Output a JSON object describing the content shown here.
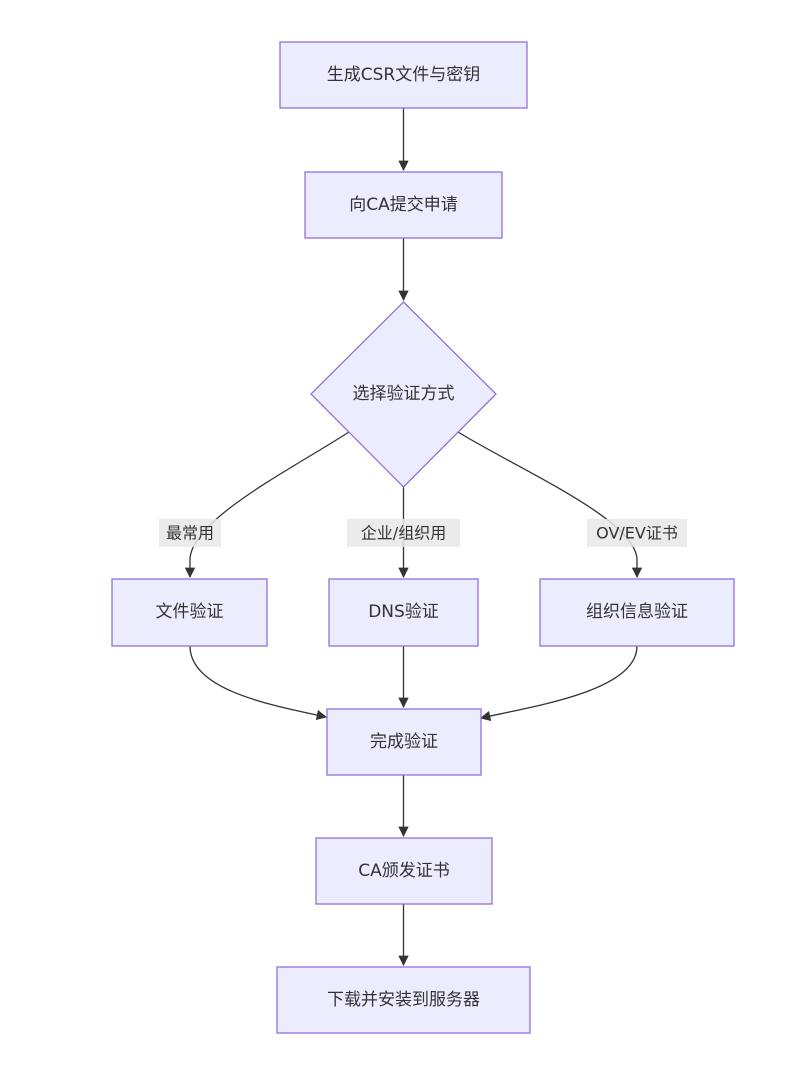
{
  "colors": {
    "node_fill": "#ECECFF",
    "node_stroke": "#9370DB",
    "edge": "#333333",
    "text": "#333333",
    "edge_label_bg": "#E8E8E8"
  },
  "nodes": {
    "generate_csr": "生成CSR文件与密钥",
    "submit_to_ca": "向CA提交申请",
    "choose_method": "选择验证方式",
    "file_validation": "文件验证",
    "dns_validation": "DNS验证",
    "org_validation": "组织信息验证",
    "complete_validation": "完成验证",
    "ca_issue": "CA颁发证书",
    "download_install": "下载并安装到服务器"
  },
  "edge_labels": {
    "most_common": "最常用",
    "enterprise": "企业/组织用",
    "ov_ev": "OV/EV证书"
  }
}
